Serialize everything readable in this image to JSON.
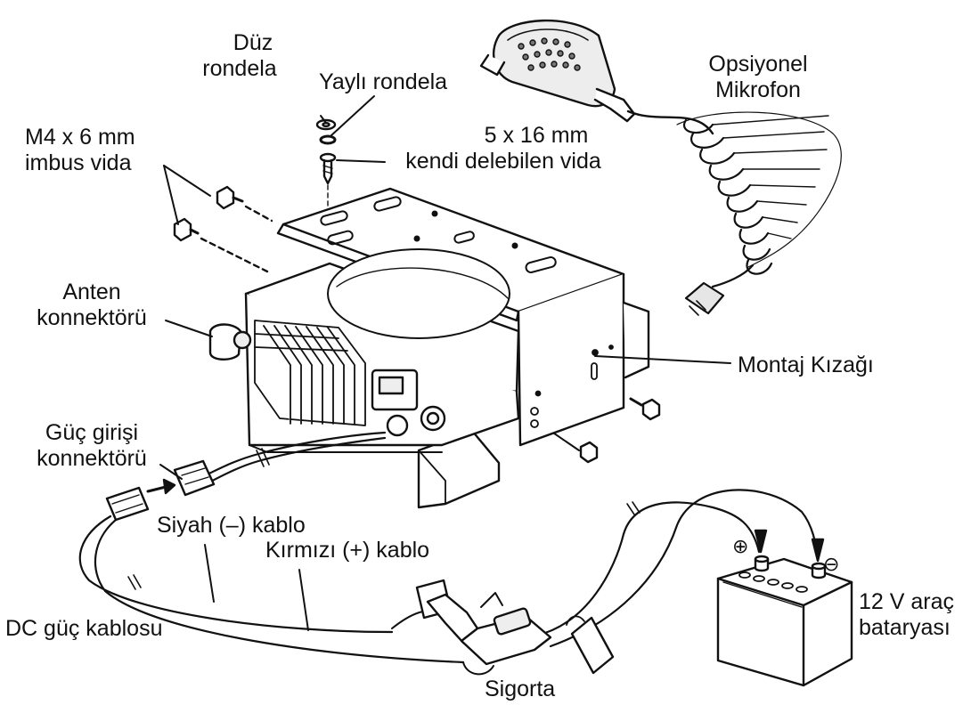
{
  "labels": {
    "duz_rondela": [
      "Düz",
      "rondela"
    ],
    "yayli_rondela": "Yaylı rondela",
    "m4_vida": [
      "M4 x 6 mm",
      "imbus vida"
    ],
    "vida_5x16": [
      "5 x 16 mm",
      "kendi delebilen vida"
    ],
    "opsiyonel_mikrofon": [
      "Opsiyonel",
      "Mikrofon"
    ],
    "anten_konnektoru": [
      "Anten",
      "konnektörü"
    ],
    "montaj_kizagi": "Montaj Kızağı",
    "guc_girisi": [
      "Güç girişi",
      "konnektörü"
    ],
    "siyah_kablo": "Siyah (–) kablo",
    "kirmizi_kablo": "Kırmızı (+) kablo",
    "dc_guc_kablosu": "DC güç kablosu",
    "sigorta": "Sigorta",
    "batarya": [
      "12 V araç",
      "bataryası"
    ],
    "plus_sign": "⊕",
    "minus_sign": "⊖"
  },
  "colors": {
    "ink": "#111111",
    "paper": "#ffffff",
    "shade": "#d9d9d9"
  }
}
